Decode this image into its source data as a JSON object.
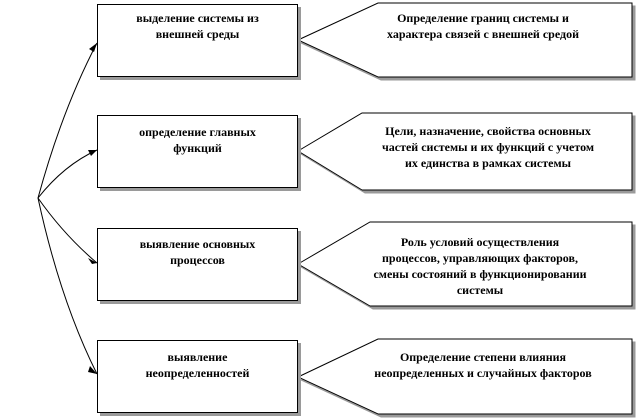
{
  "diagram": {
    "items": [
      {
        "stage": "выделение системы из\nвнешней среды",
        "description": "Определение границ системы и\nхарактера связей с внешней средой"
      },
      {
        "stage": "определение главных\nфункций",
        "description": "Цели, назначение, свойства основных\nчастей системы и их функций с учетом\nих единства в рамках системы"
      },
      {
        "stage": "выявление основных\nпроцессов",
        "description": "Роль условий осуществления\nпроцессов, управляющих факторов,\nсмены состояний в функционировании\nсистемы"
      },
      {
        "stage": "выявление\nнеопределенностей",
        "description": "Определение степени влияния\nнеопределенных и случайных факторов"
      }
    ]
  }
}
